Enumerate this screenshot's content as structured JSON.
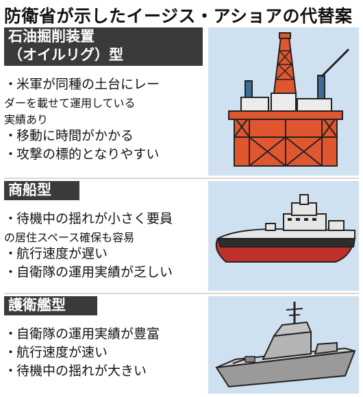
{
  "title": "防衛省が示したイージス・アショアの代替案",
  "sections": [
    {
      "header_lines": [
        "石油掘削装置",
        "（オイルリグ）型"
      ],
      "bullets": [
        {
          "lines": [
            "米軍が同種の土台にレー",
            "ダーを載せて運用している",
            "実績あり"
          ]
        },
        {
          "lines": [
            "移動に時間がかかる"
          ]
        },
        {
          "lines": [
            "攻撃の標的となりやすい"
          ]
        }
      ]
    },
    {
      "header_lines": [
        "商船型"
      ],
      "bullets": [
        {
          "lines": [
            "待機中の揺れが小さく要員",
            "の居住スペース確保も容易"
          ]
        },
        {
          "lines": [
            "航行速度が遅い"
          ]
        },
        {
          "lines": [
            "自衛隊の運用実績が乏しい"
          ]
        }
      ]
    },
    {
      "header_lines": [
        "護衛艦型"
      ],
      "bullets": [
        {
          "lines": [
            "自衛隊の運用実績が豊富"
          ]
        },
        {
          "lines": [
            "航行速度が速い"
          ]
        },
        {
          "lines": [
            "待機中の揺れが大きい"
          ]
        }
      ]
    }
  ],
  "bullet_marker": "・",
  "colors": {
    "header_bg": "#3a3a3a",
    "image_bg": "#cfe0f0",
    "rig": "#e0562f",
    "hull_red": "#c0302a",
    "hull_dark": "#3a3a3a",
    "ship_light": "#e6e6e6",
    "warship_gray": "#9a9a9a"
  },
  "icons": [
    "oil-rig-illustration",
    "merchant-ship-illustration",
    "destroyer-illustration"
  ]
}
